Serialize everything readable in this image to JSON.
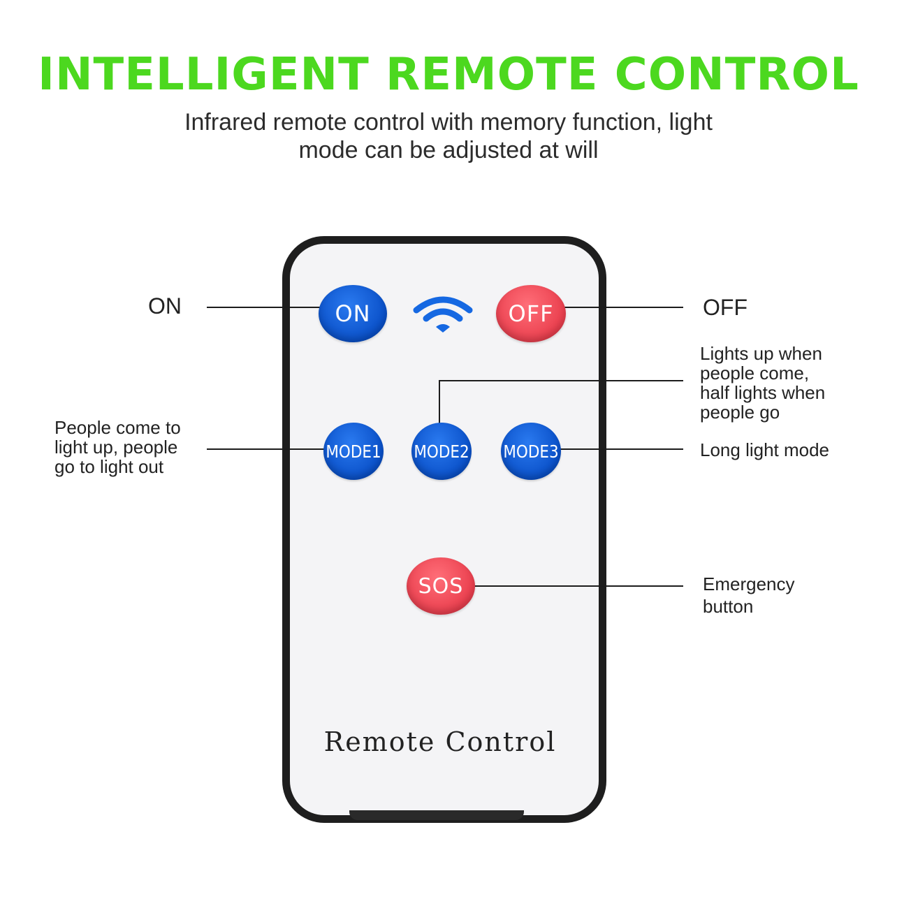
{
  "header": {
    "title": "INTELLIGENT REMOTE CONTROL",
    "subtitle_line1": "Infrared remote control with memory function, light",
    "subtitle_line2": "mode can be adjusted at will"
  },
  "remote": {
    "label": "Remote Control",
    "buttons": {
      "on": "ON",
      "off": "OFF",
      "mode1": "MODE1",
      "mode2": "MODE2",
      "mode3": "MODE3",
      "sos": "SOS"
    },
    "icon": "wifi-signal-icon"
  },
  "callouts": {
    "on": "ON",
    "off": "OFF",
    "mode1": [
      "People come to",
      "light up, people",
      "go to light out"
    ],
    "mode2": [
      "Lights up when",
      "people come,",
      "half lights when",
      "people go"
    ],
    "mode3": "Long light mode",
    "sos": [
      "Emergency",
      "button"
    ]
  },
  "colors": {
    "title_green": "#4cd81f",
    "button_blue": "#0a50c8",
    "button_red": "#ea3f4e"
  }
}
